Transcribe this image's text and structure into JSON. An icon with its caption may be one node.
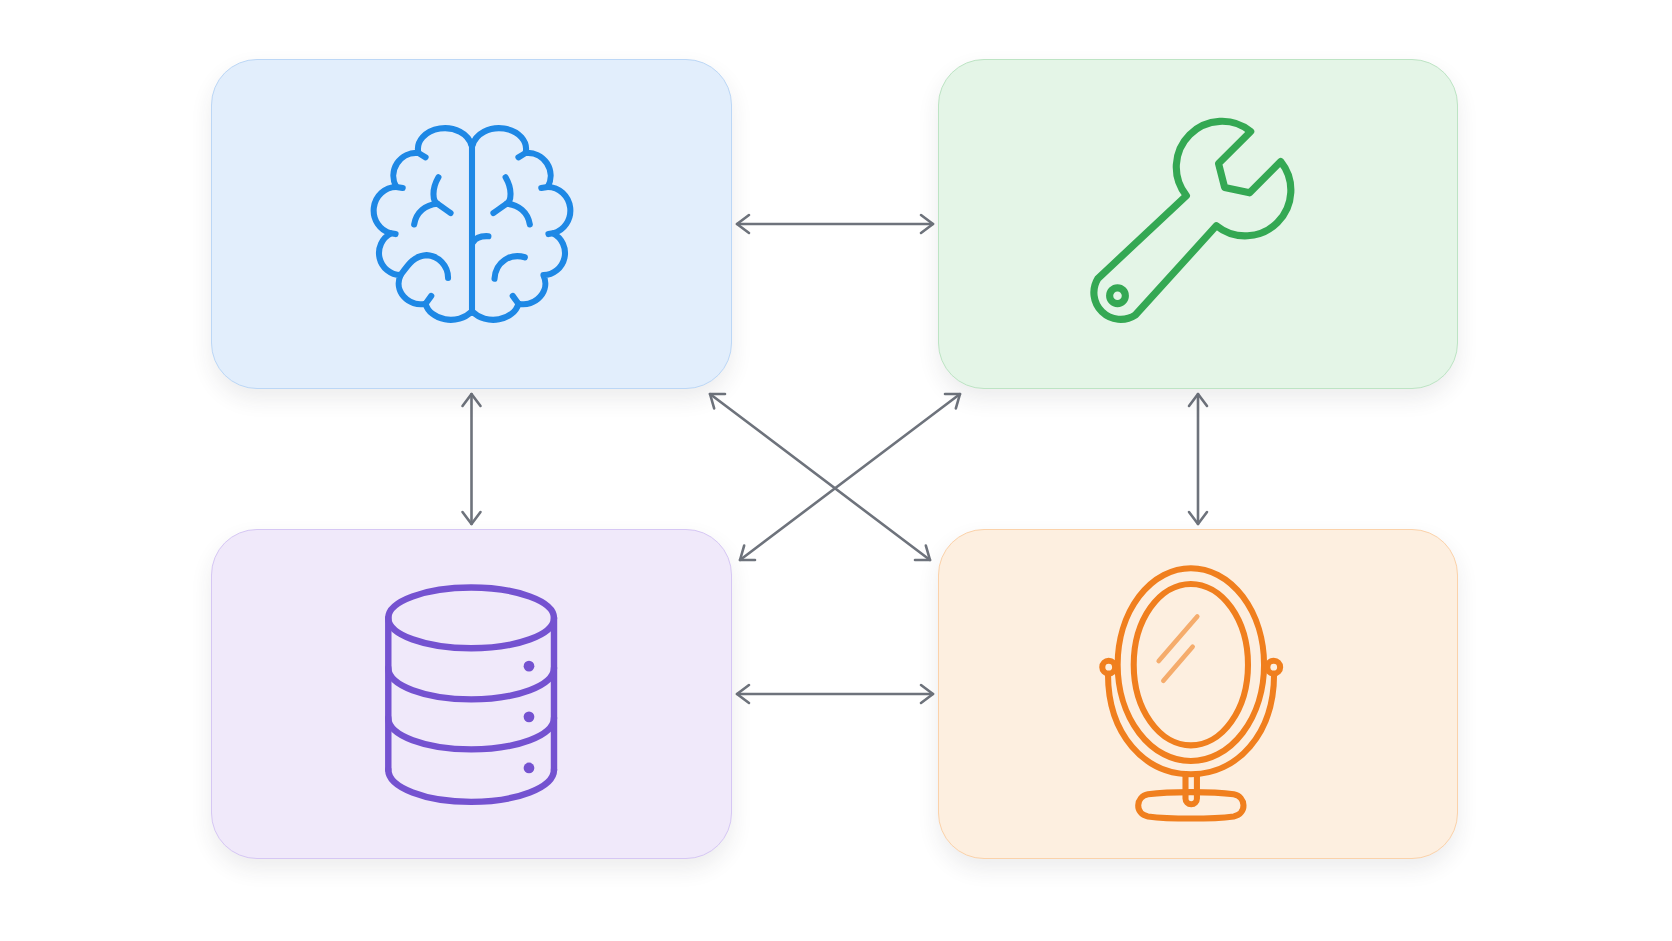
{
  "diagram": {
    "nodes": [
      {
        "text": [],
        "shape": "box"
      },
      {
        "text": [],
        "shape": "box"
      },
      {
        "text": [],
        "shape": "box"
      },
      {
        "text": [],
        "shape": "box"
      }
    ],
    "edges": [
      {
        "from": 0,
        "to": 1,
        "arrow": "both"
      },
      {
        "from": 0,
        "to": 2,
        "arrow": "both"
      },
      {
        "from": 1,
        "to": 3,
        "arrow": "both"
      },
      {
        "from": 2,
        "to": 3,
        "arrow": "both"
      },
      {
        "from": 0,
        "to": 3,
        "arrow": "both"
      },
      {
        "from": 1,
        "to": 2,
        "arrow": "both"
      }
    ]
  }
}
